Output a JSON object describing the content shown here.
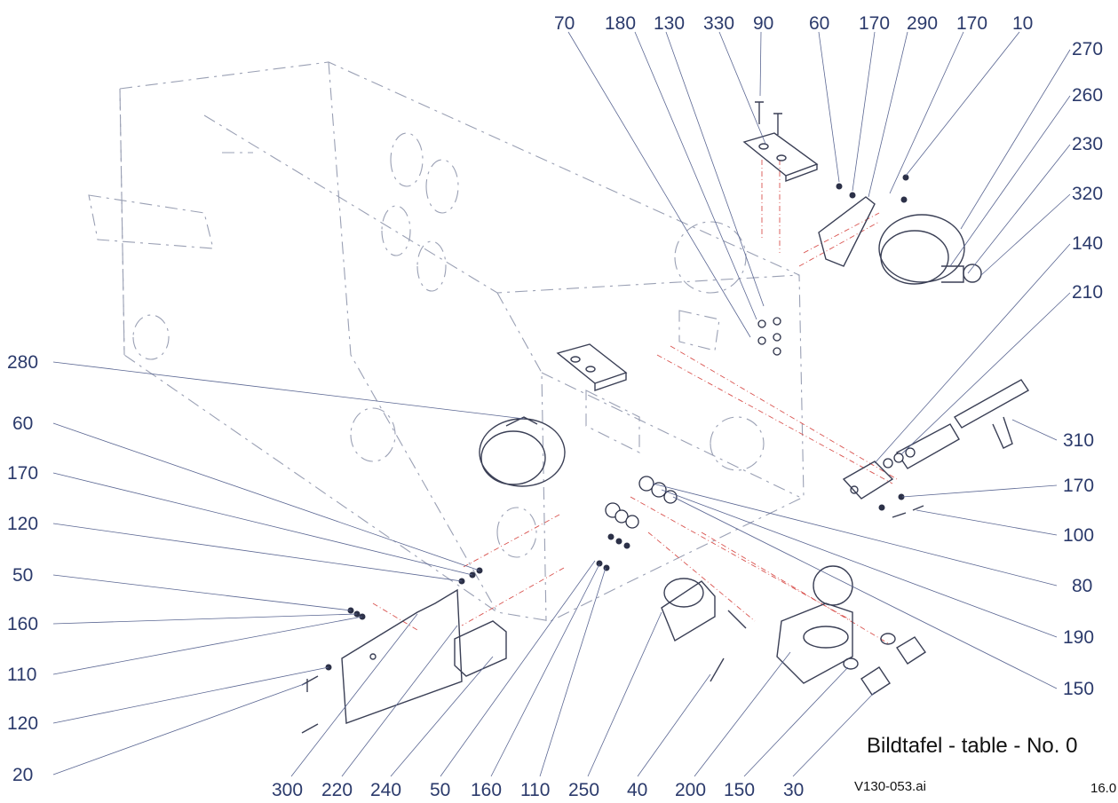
{
  "caption": {
    "title": "Bildtafel - table - No. 0",
    "file": "V130-053.ai",
    "date": "16.0"
  },
  "callouts": {
    "top": [
      "70",
      "180",
      "130",
      "330",
      "90",
      "60",
      "170",
      "290",
      "170",
      "10"
    ],
    "right": [
      "270",
      "260",
      "230",
      "320",
      "140",
      "210",
      "310",
      "170",
      "100",
      "80",
      "190",
      "150"
    ],
    "left": [
      "280",
      "60",
      "170",
      "120",
      "50",
      "160",
      "110",
      "120",
      "20"
    ],
    "bottom": [
      "300",
      "220",
      "240",
      "50",
      "160",
      "110",
      "250",
      "40",
      "200",
      "150",
      "30"
    ]
  },
  "colors": {
    "callout_text": "#2b3a6b",
    "leader": "#5a6692",
    "centerline": "#d9534f",
    "part_outline": "#3a3f55",
    "ghost_outline": "#9aa0b4"
  }
}
